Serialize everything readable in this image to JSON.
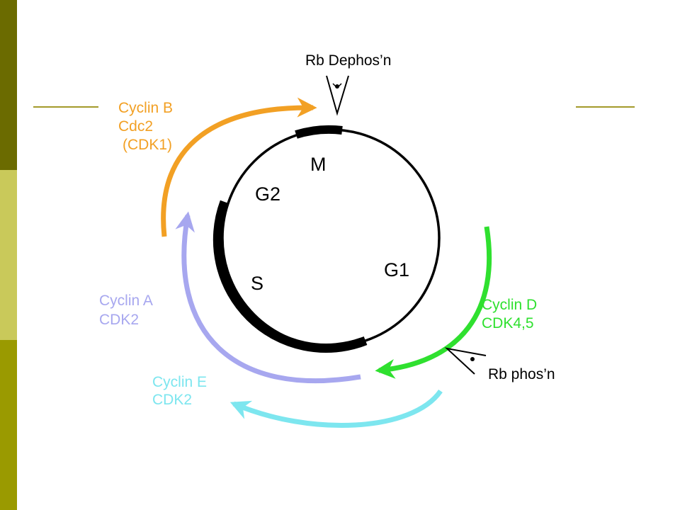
{
  "phases": {
    "m": "M",
    "g2": "G2",
    "s": "S",
    "g1": "G1"
  },
  "complexes": {
    "cyclin_b": {
      "line1": "Cyclin B",
      "line2": "Cdc2",
      "line3": "(CDK1)",
      "color": "#f2a024"
    },
    "cyclin_a": {
      "line1": "Cyclin A",
      "line2": "CDK2",
      "color": "#a7a7ef"
    },
    "cyclin_e": {
      "line1": "Cyclin E",
      "line2": "CDK2",
      "color": "#7de6ef"
    },
    "cyclin_d": {
      "line1": "Cyclin D",
      "line2": "CDK4,5",
      "color": "#2fe02f"
    }
  },
  "annotations": {
    "rb_dephos": "Rb Dephos’n",
    "rb_phos": "Rb phos’n"
  },
  "slide_colors": {
    "bar_top": "#6b6b00",
    "bar_mid": "#c9c95a",
    "bar_bot": "#9a9a00",
    "rule": "#a39a2a"
  }
}
